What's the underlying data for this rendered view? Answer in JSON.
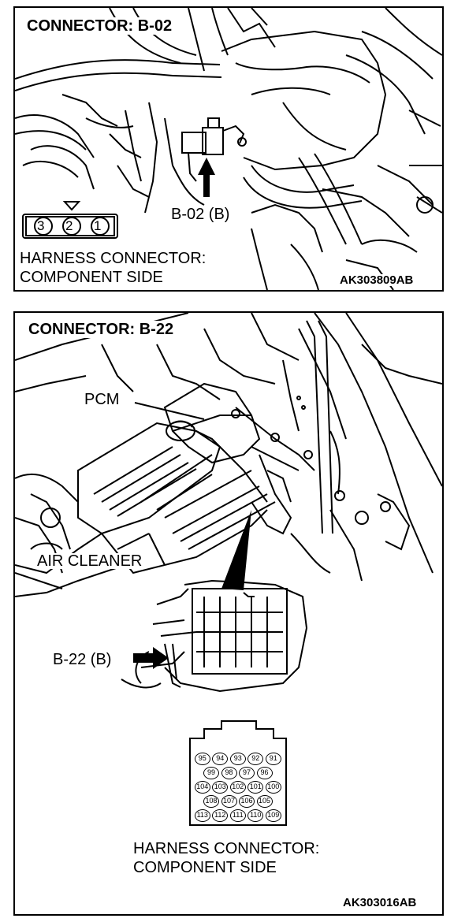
{
  "panel1": {
    "title": "CONNECTOR: B-02",
    "arrow_label": "B-02 (B)",
    "pins": [
      "3",
      "2",
      "1"
    ],
    "note_line1": "HARNESS CONNECTOR:",
    "note_line2": "COMPONENT SIDE",
    "code": "AK303809AB"
  },
  "panel2": {
    "title": "CONNECTOR: B-22",
    "pcm_label": "PCM",
    "air_cleaner_label": "AIR CLEANER",
    "arrow_label": "B-22 (B)",
    "pins": {
      "row1": [
        "95",
        "94",
        "93",
        "92",
        "91"
      ],
      "row2": [
        "99",
        "98",
        "97",
        "96"
      ],
      "row3": [
        "104",
        "103",
        "102",
        "101",
        "100"
      ],
      "row4": [
        "108",
        "107",
        "106",
        "105"
      ],
      "row5": [
        "113",
        "112",
        "111",
        "110",
        "109"
      ]
    },
    "note_line1": "HARNESS CONNECTOR:",
    "note_line2": "COMPONENT SIDE",
    "code": "AK303016AB"
  }
}
